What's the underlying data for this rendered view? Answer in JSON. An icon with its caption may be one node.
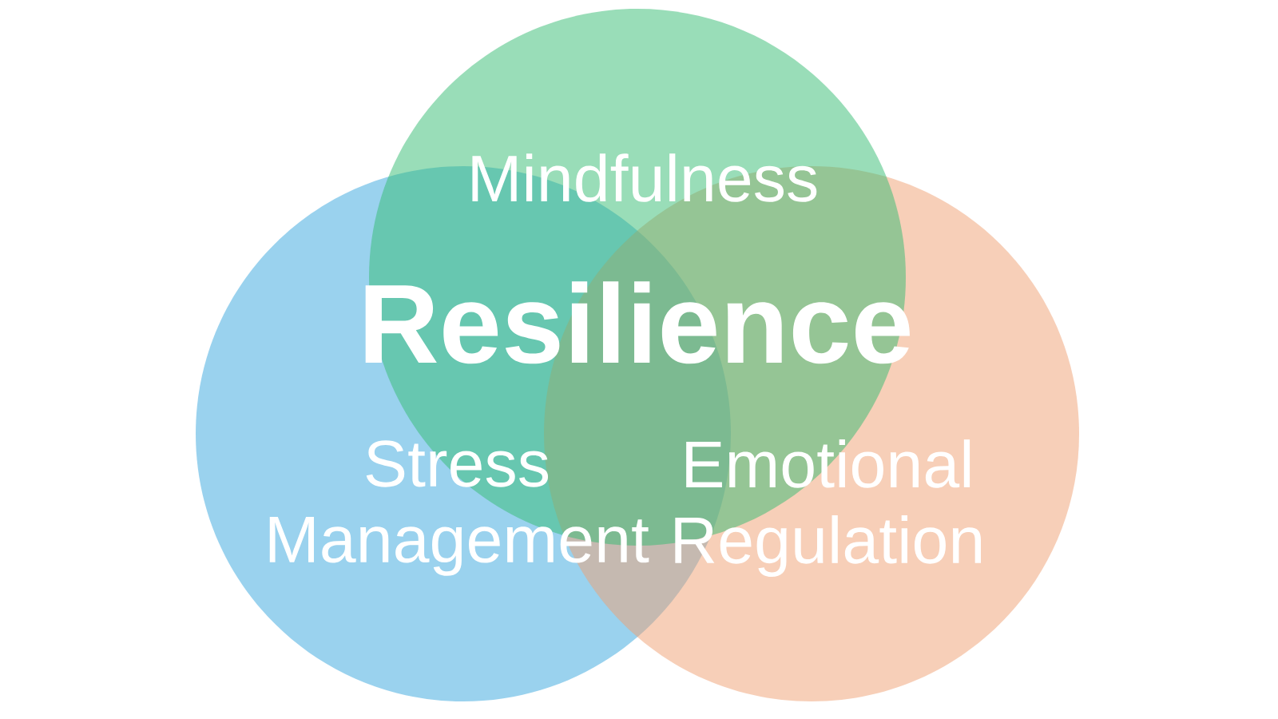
{
  "diagram": {
    "nodes": [
      {
        "text": [
          "Mindfulness"
        ]
      },
      {
        "text": [
          "Stress Management"
        ]
      },
      {
        "text": [
          "Emotional Regulation"
        ]
      }
    ],
    "labels": [
      "Resilience"
    ]
  }
}
